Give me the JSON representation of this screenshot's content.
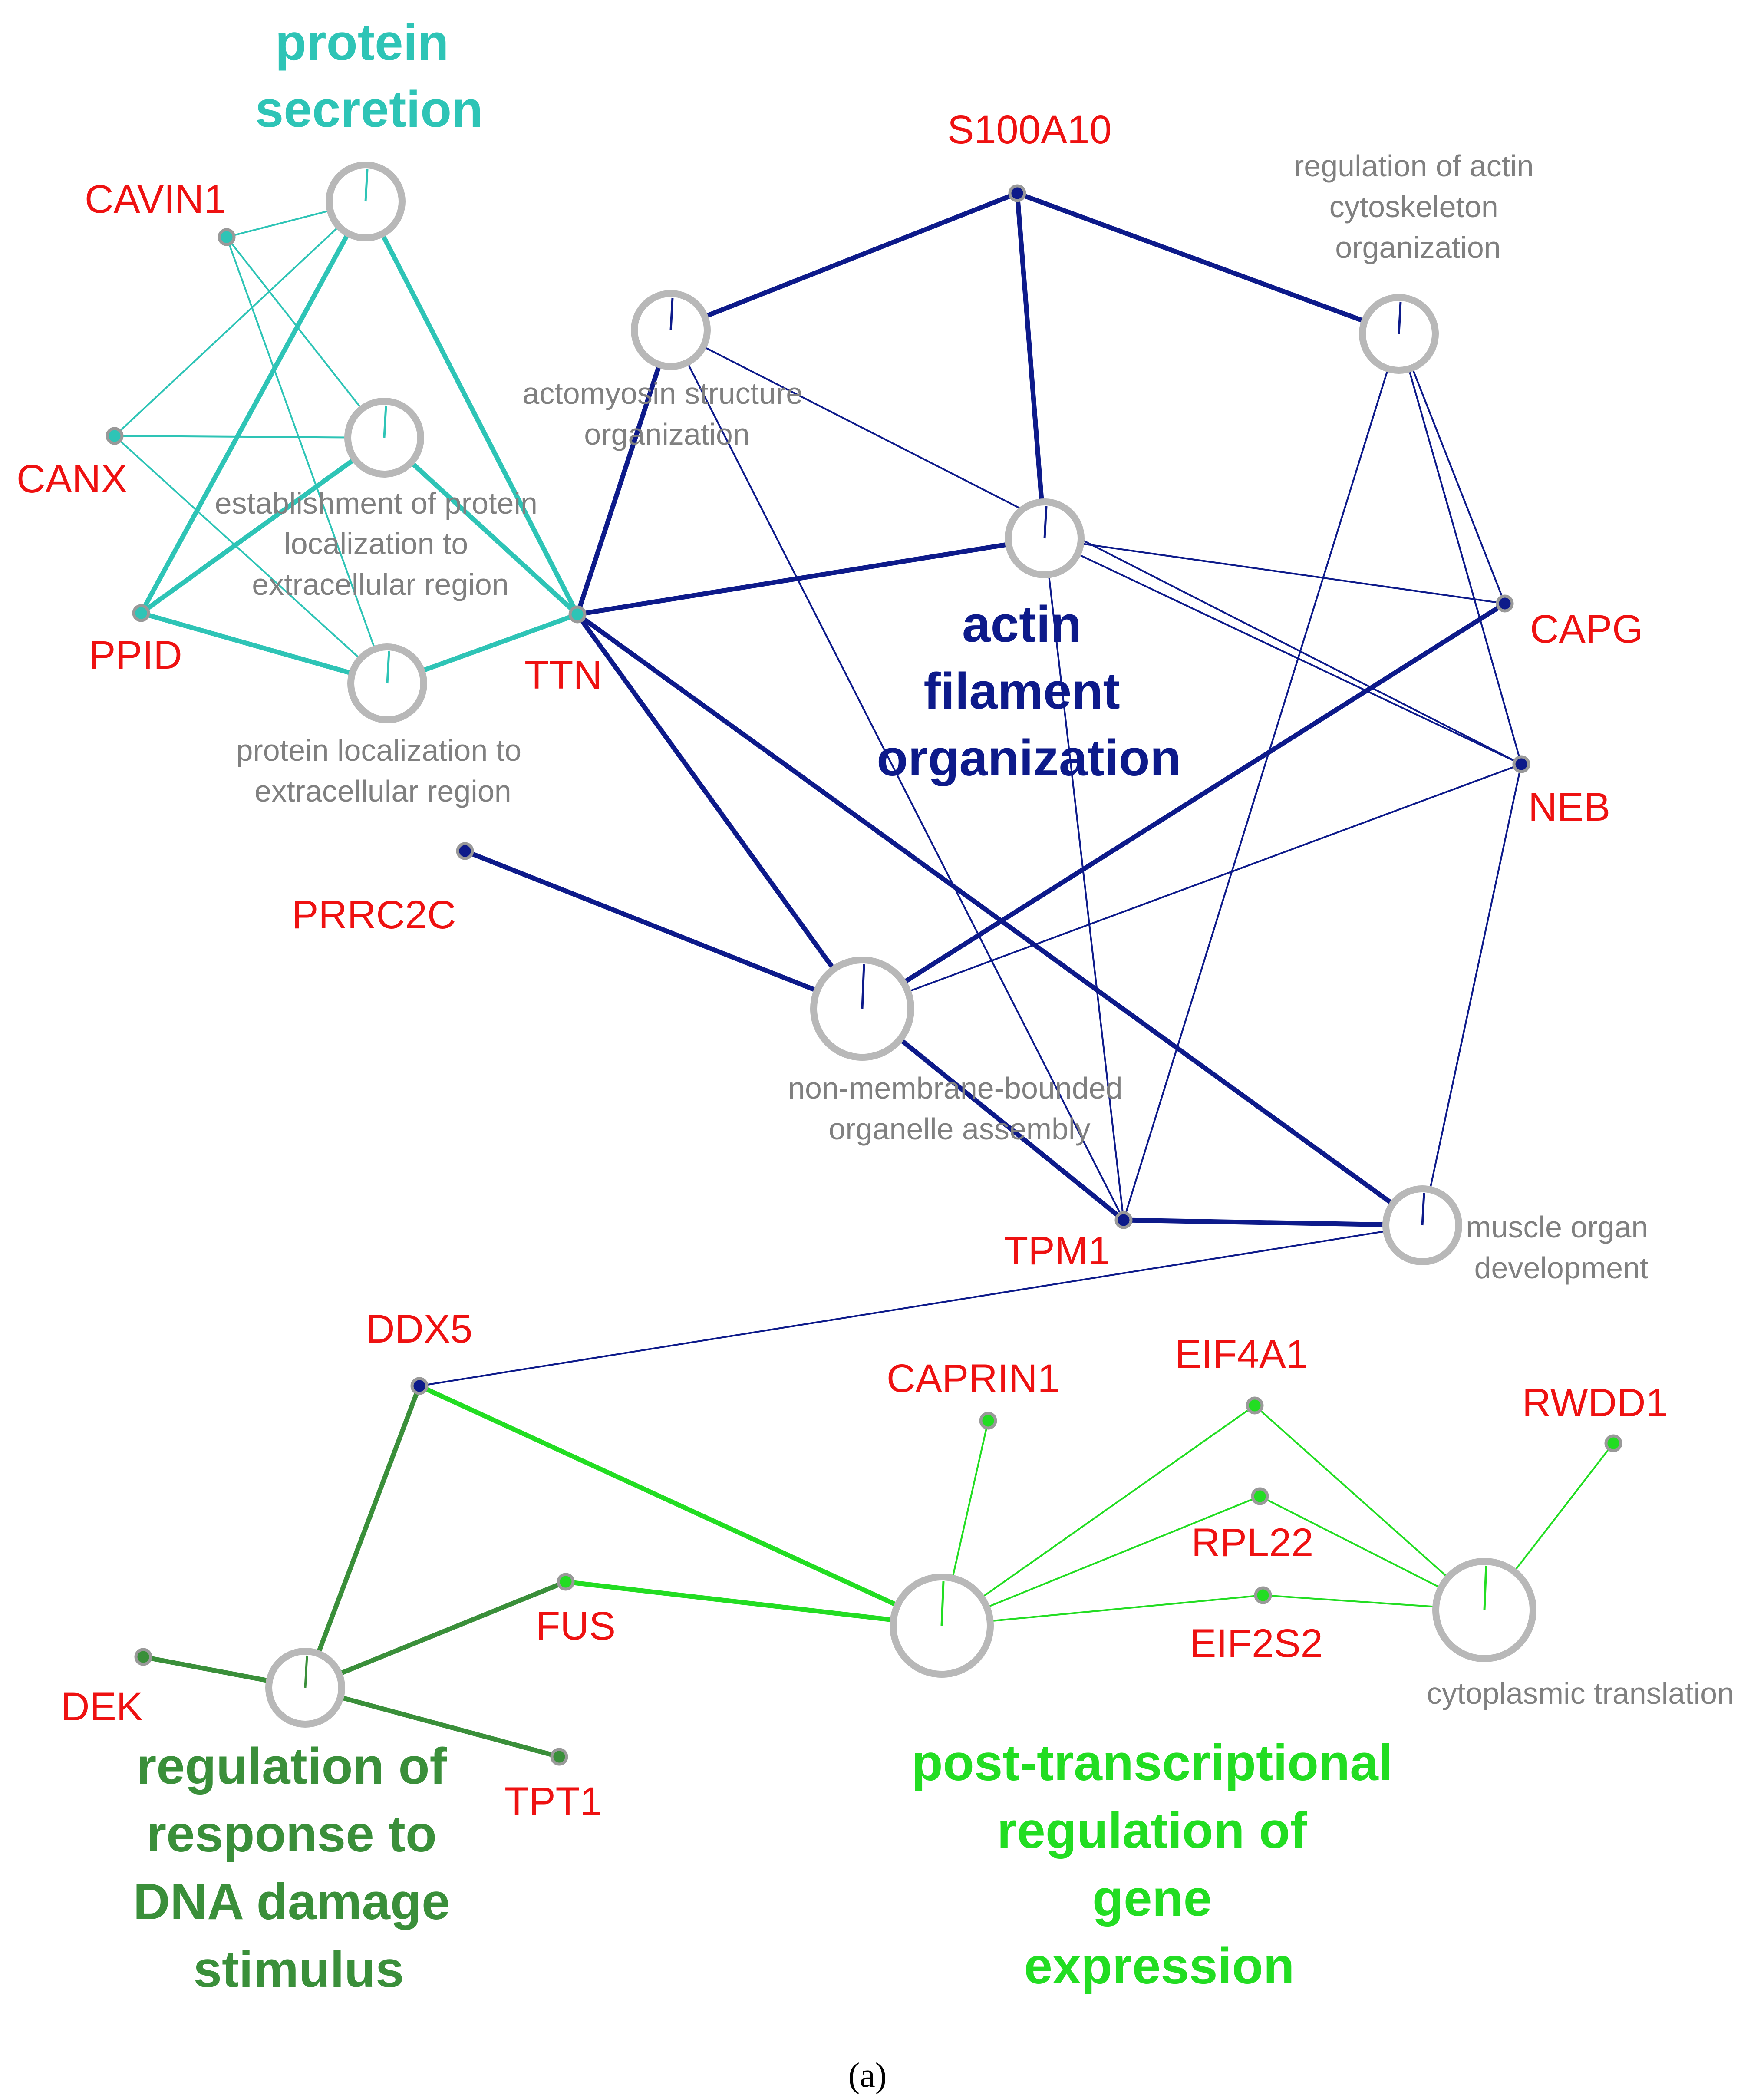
{
  "colors": {
    "protein_secretion": "#2ec4b6",
    "actin": "#0d1a8a",
    "dna_damage": "#3a8f3a",
    "post_transcriptional": "#22dd22",
    "gene_label": "#ee1111",
    "term_label": "#808080"
  },
  "clusters": {
    "protein_secretion": {
      "lines": [
        "protein",
        "secretion"
      ]
    },
    "actin": {
      "lines": [
        "actin",
        "filament",
        "organization"
      ]
    },
    "dna_damage": {
      "lines": [
        "regulation of",
        "response to",
        "DNA damage",
        "stimulus"
      ]
    },
    "post_transcriptional": {
      "lines": [
        "post-transcriptional",
        "regulation of",
        "gene",
        "expression"
      ]
    }
  },
  "terms": {
    "protein_secretion": {
      "lines": []
    },
    "establishment": {
      "lines": [
        "establishment of protein",
        "localization to",
        "extracellular region"
      ]
    },
    "protein_localization": {
      "lines": [
        "protein localization to",
        "extracellular region"
      ]
    },
    "actomyosin": {
      "lines": [
        "actomyosin structure",
        "organization"
      ]
    },
    "actin_filament": {
      "lines": []
    },
    "regulation_actin": {
      "lines": [
        "regulation of actin",
        "cytoskeleton",
        "organization"
      ]
    },
    "non_membrane": {
      "lines": [
        "non-membrane-bounded",
        "organelle assembly"
      ]
    },
    "muscle": {
      "lines": [
        "muscle organ",
        "development"
      ]
    },
    "dna_damage": {
      "lines": []
    },
    "post_transcriptional": {
      "lines": []
    },
    "cytoplasmic": {
      "lines": [
        "cytoplasmic translation"
      ]
    }
  },
  "genes": {
    "CAVIN1": "CAVIN1",
    "CANX": "CANX",
    "PPID": "PPID",
    "TTN": "TTN",
    "S100A10": "S100A10",
    "CAPG": "CAPG",
    "NEB": "NEB",
    "PRRC2C": "PRRC2C",
    "TPM1": "TPM1",
    "DDX5": "DDX5",
    "CAPRIN1": "CAPRIN1",
    "EIF4A1": "EIF4A1",
    "RWDD1": "RWDD1",
    "RPL22": "RPL22",
    "EIF2S2": "EIF2S2",
    "FUS": "FUS",
    "DEK": "DEK",
    "TPT1": "TPT1"
  },
  "edges": [
    {
      "from": "CAVIN1",
      "to": "protein_secretion",
      "cluster": "protein_secretion",
      "weight": "thin"
    },
    {
      "from": "CAVIN1",
      "to": "establishment",
      "cluster": "protein_secretion",
      "weight": "thin"
    },
    {
      "from": "CAVIN1",
      "to": "protein_localization",
      "cluster": "protein_secretion",
      "weight": "thin"
    },
    {
      "from": "CANX",
      "to": "protein_secretion",
      "cluster": "protein_secretion",
      "weight": "thin"
    },
    {
      "from": "CANX",
      "to": "establishment",
      "cluster": "protein_secretion",
      "weight": "thin"
    },
    {
      "from": "CANX",
      "to": "protein_localization",
      "cluster": "protein_secretion",
      "weight": "thin"
    },
    {
      "from": "PPID",
      "to": "protein_secretion",
      "cluster": "protein_secretion",
      "weight": "thick"
    },
    {
      "from": "PPID",
      "to": "establishment",
      "cluster": "protein_secretion",
      "weight": "thick"
    },
    {
      "from": "PPID",
      "to": "protein_localization",
      "cluster": "protein_secretion",
      "weight": "thick"
    },
    {
      "from": "TTN",
      "to": "protein_secretion",
      "cluster": "protein_secretion",
      "weight": "thick"
    },
    {
      "from": "TTN",
      "to": "establishment",
      "cluster": "protein_secretion",
      "weight": "thick"
    },
    {
      "from": "TTN",
      "to": "protein_localization",
      "cluster": "protein_secretion",
      "weight": "thick"
    },
    {
      "from": "TTN",
      "to": "actomyosin",
      "cluster": "actin",
      "weight": "thick"
    },
    {
      "from": "TTN",
      "to": "actin_filament",
      "cluster": "actin",
      "weight": "thick"
    },
    {
      "from": "TTN",
      "to": "non_membrane",
      "cluster": "actin",
      "weight": "thick"
    },
    {
      "from": "TTN",
      "to": "muscle",
      "cluster": "actin",
      "weight": "thick"
    },
    {
      "from": "S100A10",
      "to": "actomyosin",
      "cluster": "actin",
      "weight": "thick"
    },
    {
      "from": "S100A10",
      "to": "actin_filament",
      "cluster": "actin",
      "weight": "thick"
    },
    {
      "from": "S100A10",
      "to": "regulation_actin",
      "cluster": "actin",
      "weight": "thick"
    },
    {
      "from": "PRRC2C",
      "to": "non_membrane",
      "cluster": "actin",
      "weight": "thick"
    },
    {
      "from": "CAPG",
      "to": "non_membrane",
      "cluster": "actin",
      "weight": "thick"
    },
    {
      "from": "CAPG",
      "to": "actin_filament",
      "cluster": "actin",
      "weight": "thin"
    },
    {
      "from": "CAPG",
      "to": "regulation_actin",
      "cluster": "actin",
      "weight": "thin"
    },
    {
      "from": "NEB",
      "to": "actomyosin",
      "cluster": "actin",
      "weight": "thin"
    },
    {
      "from": "NEB",
      "to": "actin_filament",
      "cluster": "actin",
      "weight": "thin"
    },
    {
      "from": "NEB",
      "to": "regulation_actin",
      "cluster": "actin",
      "weight": "thin"
    },
    {
      "from": "NEB",
      "to": "non_membrane",
      "cluster": "actin",
      "weight": "thin"
    },
    {
      "from": "NEB",
      "to": "muscle",
      "cluster": "actin",
      "weight": "thin"
    },
    {
      "from": "TPM1",
      "to": "actomyosin",
      "cluster": "actin",
      "weight": "thin"
    },
    {
      "from": "TPM1",
      "to": "actin_filament",
      "cluster": "actin",
      "weight": "thin"
    },
    {
      "from": "TPM1",
      "to": "regulation_actin",
      "cluster": "actin",
      "weight": "thin"
    },
    {
      "from": "TPM1",
      "to": "non_membrane",
      "cluster": "actin",
      "weight": "thick"
    },
    {
      "from": "TPM1",
      "to": "muscle",
      "cluster": "actin",
      "weight": "thick"
    },
    {
      "from": "DDX5",
      "to": "muscle",
      "cluster": "actin",
      "weight": "thin"
    },
    {
      "from": "DDX5",
      "to": "dna_damage",
      "cluster": "dna_damage",
      "weight": "thick"
    },
    {
      "from": "DDX5",
      "to": "post_transcriptional",
      "cluster": "post_transcriptional",
      "weight": "thick"
    },
    {
      "from": "FUS",
      "to": "dna_damage",
      "cluster": "dna_damage",
      "weight": "thick"
    },
    {
      "from": "FUS",
      "to": "post_transcriptional",
      "cluster": "post_transcriptional",
      "weight": "thick"
    },
    {
      "from": "DEK",
      "to": "dna_damage",
      "cluster": "dna_damage",
      "weight": "thick"
    },
    {
      "from": "TPT1",
      "to": "dna_damage",
      "cluster": "dna_damage",
      "weight": "thick"
    },
    {
      "from": "CAPRIN1",
      "to": "post_transcriptional",
      "cluster": "post_transcriptional",
      "weight": "thin"
    },
    {
      "from": "EIF4A1",
      "to": "post_transcriptional",
      "cluster": "post_transcriptional",
      "weight": "thin"
    },
    {
      "from": "EIF4A1",
      "to": "cytoplasmic",
      "cluster": "post_transcriptional",
      "weight": "thin"
    },
    {
      "from": "RPL22",
      "to": "post_transcriptional",
      "cluster": "post_transcriptional",
      "weight": "thin"
    },
    {
      "from": "RPL22",
      "to": "cytoplasmic",
      "cluster": "post_transcriptional",
      "weight": "thin"
    },
    {
      "from": "EIF2S2",
      "to": "post_transcriptional",
      "cluster": "post_transcriptional",
      "weight": "thin"
    },
    {
      "from": "EIF2S2",
      "to": "cytoplasmic",
      "cluster": "post_transcriptional",
      "weight": "thin"
    },
    {
      "from": "RWDD1",
      "to": "cytoplasmic",
      "cluster": "post_transcriptional",
      "weight": "thin"
    }
  ],
  "panel_label": "(a)"
}
